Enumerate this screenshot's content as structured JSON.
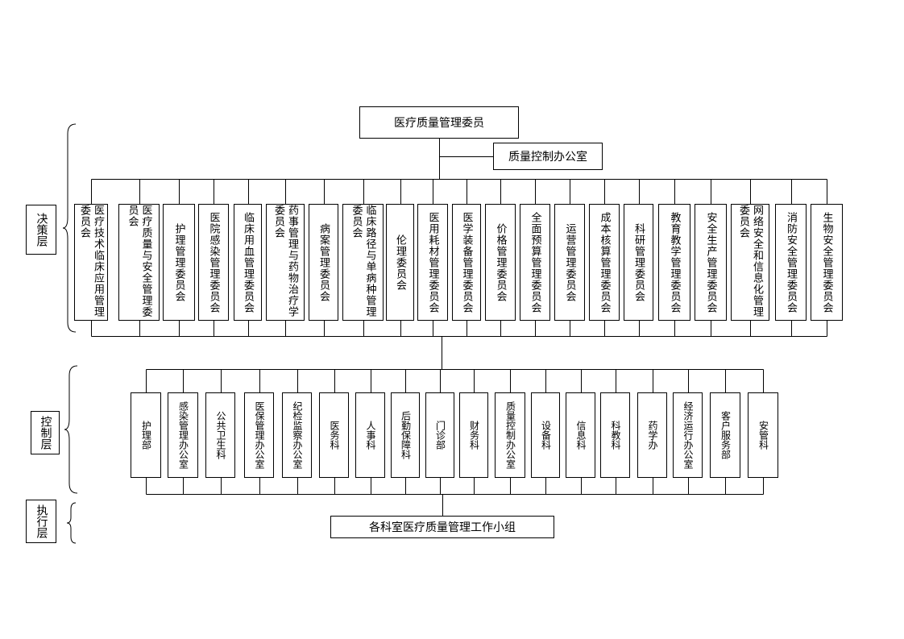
{
  "top": {
    "title": "医疗质量管理委员",
    "office": "质量控制办公室"
  },
  "levels": {
    "decision": "决策层",
    "control": "控制层",
    "execution": "执行层"
  },
  "committees": [
    "医疗技术临床应用管理委员会",
    "医疗质量与安全管理委员会",
    "护理管理委员会",
    "医院感染管理委员会",
    "临床用血管理委员会",
    "药事管理与药物治疗学委员会",
    "病案管理委员会",
    "临床路径与单病种管理委员会",
    "伦理委员会",
    "医用耗材管理委员会",
    "医学装备管理委员会",
    "价格管理委员会",
    "全面预算管理委员会",
    "运营管理委员会",
    "成本核算管理委员会",
    "科研管理委员会",
    "教育教学管理委员会",
    "安全生产管理委员会",
    "网络安全和信息化管理委员会",
    "消防安全管理委员会",
    "生物安全管理委员会"
  ],
  "departments": [
    "护理部",
    "感染管理办公室",
    "公共卫生科",
    "医保管理办公室",
    "纪检监察办公室",
    "医务科",
    "人事科",
    "后勤保障科",
    "门诊部",
    "财务科",
    "质量控制办公室",
    "设备科",
    "信息科",
    "科教科",
    "药学办",
    "经济运行办公室",
    "客户服务部",
    "安管科"
  ],
  "bottom": {
    "group": "各科室医疗质量管理工作小组"
  }
}
